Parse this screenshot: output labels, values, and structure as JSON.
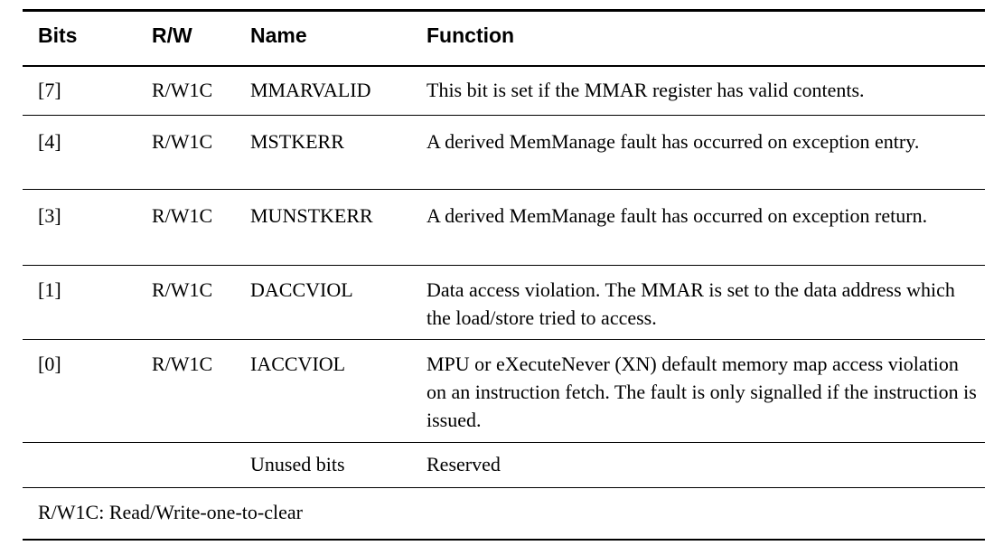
{
  "table": {
    "columns": {
      "bits": "Bits",
      "rw": "R/W",
      "name": "Name",
      "function": "Function"
    },
    "rows": [
      {
        "bits": "[7]",
        "rw": "R/W1C",
        "name": "MMARVALID",
        "function": "This bit is set if the MMAR register has valid contents."
      },
      {
        "bits": "[4]",
        "rw": "R/W1C",
        "name": "MSTKERR",
        "function": "A derived MemManage fault has occurred on exception entry."
      },
      {
        "bits": "[3]",
        "rw": "R/W1C",
        "name": "MUNSTKERR",
        "function": "A derived MemManage fault has occurred on exception return."
      },
      {
        "bits": "[1]",
        "rw": "R/W1C",
        "name": "DACCVIOL",
        "function": "Data access violation. The MMAR is set to the data address which the load/store tried to access."
      },
      {
        "bits": "[0]",
        "rw": "R/W1C",
        "name": "IACCVIOL",
        "function": "MPU or eXecuteNever (XN) default memory map access violation on an instruction fetch. The fault is only signalled if the instruction is issued."
      },
      {
        "bits": "",
        "rw": "",
        "name": "Unused bits",
        "function": "Reserved"
      }
    ],
    "footnote": "R/W1C: Read/Write-one-to-clear"
  }
}
